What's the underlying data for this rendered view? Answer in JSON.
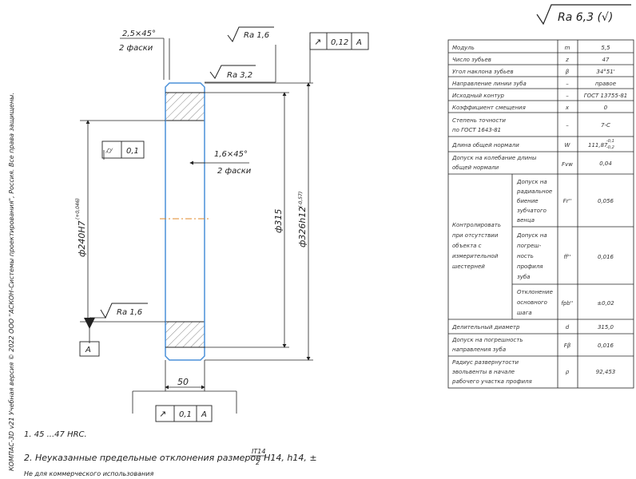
{
  "roughness": {
    "general": "Ra 6,3 (√)",
    "top": "Ra 1,6",
    "mid": "Ra 3,2",
    "bottom": "Ra 1,6"
  },
  "chamfers": {
    "outer_value": "2,5×45°",
    "outer_note": "2 фаски",
    "inner_value": "1,6×45°",
    "inner_note": "2 фаски"
  },
  "tolerance_frames": {
    "top": {
      "symbol": "↗",
      "value": "0,12",
      "datum": "A"
    },
    "side": {
      "symbol": "⌭",
      "value": "0,1"
    },
    "bottom": {
      "symbol": "↗",
      "value": "0,1",
      "datum": "A"
    }
  },
  "datum_label": "A",
  "dimensions": {
    "bore": "ф240Н7",
    "bore_tol": "(+0,046)",
    "pitch": "ф315",
    "outer": "ф326h12",
    "outer_tol": "(-0,57)",
    "width": "50"
  },
  "params_table": {
    "rows": [
      {
        "name": "Модуль",
        "sym": "m",
        "value": "5,5"
      },
      {
        "name": "Число зубьев",
        "sym": "z",
        "value": "47"
      },
      {
        "name": "Угол наклона зубьев",
        "sym": "β",
        "value": "34°51'"
      },
      {
        "name": "Направление линии зуба",
        "sym": "–",
        "value": "правое"
      },
      {
        "name": "Исходный контур",
        "sym": "–",
        "value": "ГОСТ 13755-81"
      },
      {
        "name": "Коэффициент смещения",
        "sym": "x",
        "value": "0"
      },
      {
        "name1": "Степень точности",
        "name2": "по ГОСТ 1643-81",
        "sym": "–",
        "value": "7-С"
      },
      {
        "name": "Длина общей нормали",
        "sym": "W",
        "value": "111,87",
        "value_sup": "-0,1",
        "value_sub": "-0,2"
      },
      {
        "name1": "Допуск на колебание длины",
        "name2": "общей нормали",
        "sym": "Fvw",
        "value": "0,04"
      }
    ],
    "control_group": {
      "label": [
        "Контролировать",
        "при отсутствии",
        "объекта с",
        "измерительной",
        "шестерней"
      ],
      "items": [
        {
          "name": [
            "Допуск на",
            "радиальное",
            "биение",
            "зубчатого",
            "венца"
          ],
          "sym": "Fr''",
          "value": "0,056"
        },
        {
          "name": [
            "Допуск на",
            "погреш-",
            "ность",
            "профиля",
            "зуба"
          ],
          "sym": "ff''",
          "value": "0,016"
        },
        {
          "name": [
            "Отклонение",
            "основного",
            "шага"
          ],
          "sym": "fpb''",
          "value": "±0,02"
        }
      ]
    },
    "bottom_rows": [
      {
        "name": "Делительный диаметр",
        "sym": "d",
        "value": "315,0"
      },
      {
        "name1": "Допуск на погрешность",
        "name2": "направления зуба",
        "sym": "Fβ",
        "value": "0,016"
      },
      {
        "name1": "Радиус развернутости",
        "name2": "эвольвенты в начале",
        "name3": "рабочего участка профиля",
        "sym": "ρ",
        "value": "92,453"
      }
    ]
  },
  "notes": {
    "n1": "1. 45 ...47 HRC.",
    "n2": "2. Неуказанные предельные отклонения размеров  H14, h14, ±",
    "n2_frac_top": "IT14",
    "n2_frac_bottom": "2",
    "footer": "Не для коммерческого использования"
  },
  "side_note": "КОМПАС-3D v21 Учебная версия © 2022 ООО \"АСКОН-Системы проектирования\", Россия. Все права защищены."
}
